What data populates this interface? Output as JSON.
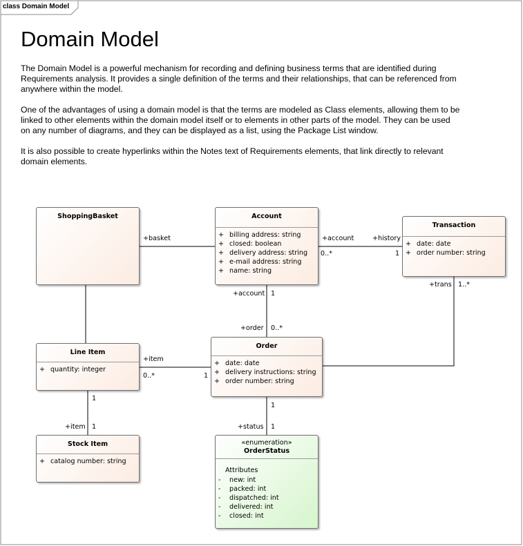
{
  "frame_label": "class Domain Model",
  "title": "Domain Model",
  "paragraphs": [
    [
      "The Domain Model is a powerful mechanism for recording and defining business terms that are identified during",
      "Requirements analysis.  It provides a single definition of the terms and their relationships, that can be referenced from",
      "anywhere within the model."
    ],
    [
      "One of the advantages of using a domain model is that the terms are modeled as Class elements, allowing them to be",
      "linked to other elements within the domain model itself or to elements in other parts of the model.  They can be used",
      "on any number of diagrams, and they can be displayed as a list, using the Package List window."
    ],
    [
      "It is also possible to create hyperlinks within the Notes text of Requirements elements, that link directly to relevant",
      "domain elements."
    ]
  ],
  "classes": {
    "shopping_basket": {
      "name": "ShoppingBasket"
    },
    "account": {
      "name": "Account",
      "attributes": [
        {
          "vis": "+",
          "text": "billing address: string"
        },
        {
          "vis": "+",
          "text": "closed: boolean"
        },
        {
          "vis": "+",
          "text": "delivery address: string"
        },
        {
          "vis": "+",
          "text": "e-mail address: string"
        },
        {
          "vis": "+",
          "text": "name: string"
        }
      ]
    },
    "transaction": {
      "name": "Transaction",
      "attributes": [
        {
          "vis": "+",
          "text": "date: date"
        },
        {
          "vis": "+",
          "text": "order number: string"
        }
      ]
    },
    "line_item": {
      "name": "Line Item",
      "attributes": [
        {
          "vis": "+",
          "text": "quantity: integer"
        }
      ]
    },
    "order": {
      "name": "Order",
      "attributes": [
        {
          "vis": "+",
          "text": "date: date"
        },
        {
          "vis": "+",
          "text": "delivery instructions: string"
        },
        {
          "vis": "+",
          "text": "order number: string"
        }
      ]
    },
    "stock_item": {
      "name": "Stock Item",
      "attributes": [
        {
          "vis": "+",
          "text": "catalog number: string"
        }
      ]
    },
    "order_status": {
      "stereotype": "«enumeration»",
      "name": "OrderStatus",
      "section": "Attributes",
      "attributes": [
        {
          "vis": "-",
          "text": "new: int"
        },
        {
          "vis": "-",
          "text": "packed: int"
        },
        {
          "vis": "-",
          "text": "dispatched: int"
        },
        {
          "vis": "-",
          "text": "delivered: int"
        },
        {
          "vis": "-",
          "text": "closed: int"
        }
      ]
    }
  },
  "labels": {
    "basket": "+basket",
    "account_role": "+account",
    "history": "+history",
    "acct_tx_mult": "0..*",
    "history_mult": "1",
    "trans": "+trans",
    "trans_mult": "1..*",
    "acct_order_role": "+account",
    "acct_order_mult": "1",
    "order_role": "+order",
    "order_mult": "0..*",
    "item_role": "+item",
    "item_mult": "0..*",
    "order_item_mult": "1",
    "line_stock_mult": "1",
    "stock_role": "+item",
    "stock_mult": "1",
    "order_status_mult": "1",
    "status_role": "+status",
    "status_mult": "1"
  },
  "colors": {
    "class_fill": "#fcece2",
    "enum_fill": "#d6f5cd",
    "border": "#6e6e6e"
  }
}
